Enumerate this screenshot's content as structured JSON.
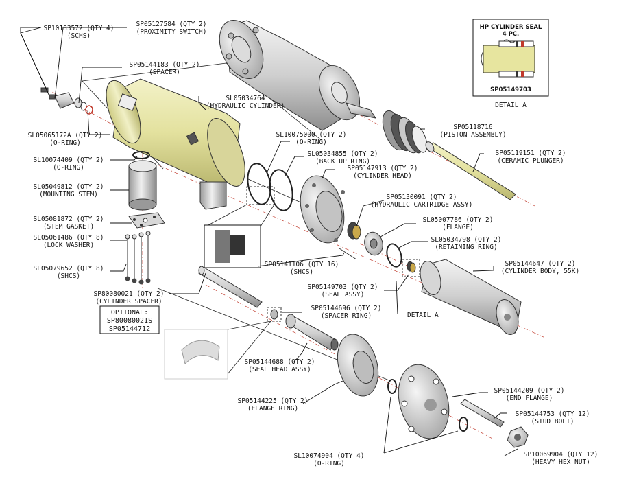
{
  "callouts": {
    "schs_pn": "SP10183572 (QTY 4)",
    "schs_desc": "(SCHS)",
    "prox_pn": "SP05127584 (QTY 2)",
    "prox_desc": "(PROXIMITY SWITCH)",
    "spacer_pn": "SP05144183 (QTY 2)",
    "spacer_desc": "(SPACER)",
    "hydcyl_pn": "SL05034764",
    "hydcyl_desc": "(HYDRAULIC CYLINDER)",
    "oring1_pn": "SL05065172A (QTY 2)",
    "oring1_desc": "(O-RING)",
    "oring2_pn": "SL10074409 (QTY 2)",
    "oring2_desc": "(O-RING)",
    "mstem_pn": "SL05049812 (QTY 2)",
    "mstem_desc": "(MOUNTING STEM)",
    "gasket_pn": "SL05081872 (QTY 2)",
    "gasket_desc": "(STEM GASKET)",
    "lockw_pn": "SL05061486 (QTY 8)",
    "lockw_desc": "(LOCK WASHER)",
    "shcs8_pn": "SL05079652 (QTY 8)",
    "shcs8_desc": "(SHCS)",
    "oring3_pn": "SL10075000 (QTY 2)",
    "oring3_desc": "(O-RING)",
    "backup_pn": "SL05034855 (QTY 2)",
    "backup_desc": "(BACK UP RING)",
    "cylhead_pn": "SP05147913 (QTY 2)",
    "cylhead_desc": "(CYLINDER HEAD)",
    "piston_pn": "SP05118716",
    "piston_desc": "(PISTON ASSEMBLY)",
    "plunger_pn": "SP05119151 (QTY 2)",
    "plunger_desc": "(CERAMIC PLUNGER)",
    "cart_pn": "SP05130091 (QTY 2)",
    "cart_desc": "(HYDRAULIC CARTRIDGE ASSY)",
    "flange_pn": "SL05007786 (QTY 2)",
    "flange_desc": "(FLANGE)",
    "retring_pn": "SL05034798 (QTY 2)",
    "retring_desc": "(RETAINING RING)",
    "shcs16_pn": "SP05141106 (QTY 16)",
    "shcs16_desc": "(SHCS)",
    "cylbody_pn": "SP05144647 (QTY 2)",
    "cylbody_desc": "(CYLINDER BODY, 55K)",
    "sealassy_pn": "SP05149703 (QTY 2)",
    "sealassy_desc": "(SEAL ASSY)",
    "detaila_ref": "DETAIL A",
    "cylspacer_pn": "SP80080021 (QTY 2)",
    "cylspacer_desc": "(CYLINDER SPACER)",
    "spring_pn": "SP05144696 (QTY 2)",
    "spring_desc": "(SPACER RING)",
    "sealhead_pn": "SP05144688 (QTY 2)",
    "sealhead_desc": "(SEAL HEAD ASSY)",
    "endfl_pn": "SP05144209 (QTY 2)",
    "endfl_desc": "(END FLANGE)",
    "flring_pn": "SP05144225 (QTY 2)",
    "flring_desc": "(FLANGE RING)",
    "stud_pn": "SP05144753 (QTY 12)",
    "stud_desc": "(STUD BOLT)",
    "oring4_pn": "SL10074904 (QTY 4)",
    "oring4_desc": "(O-RING)",
    "nut_pn": "SP10069904 (QTY 12)",
    "nut_desc": "(HEAVY HEX NUT)"
  },
  "optional_box": {
    "title": "OPTIONAL:",
    "line1": "SP80080021S",
    "line2": "SP05144712"
  },
  "detail_a": {
    "title_line1": "HP CYLINDER SEAL",
    "title_line2": "4 PC.",
    "part_number": "SP05149703",
    "caption": "DETAIL A"
  }
}
